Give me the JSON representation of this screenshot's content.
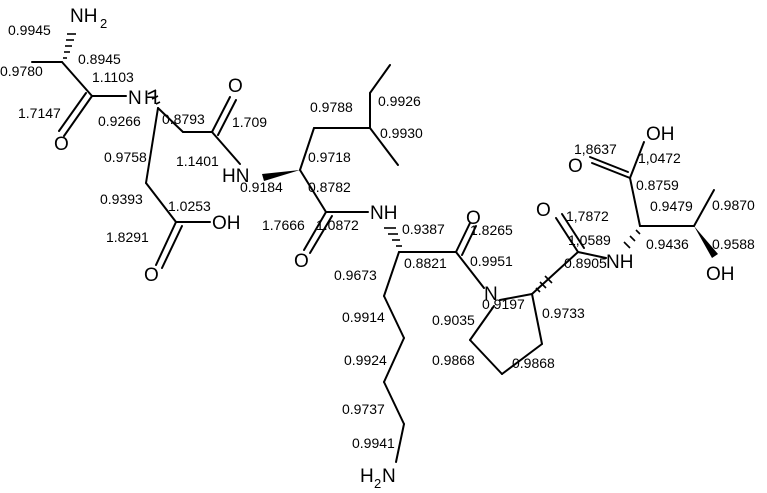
{
  "molecule": {
    "atoms": {
      "nh2_top": "NH",
      "nh2_top_sub": "2",
      "nh_1": "H",
      "nh_1_n": "N",
      "o_1": "O",
      "o_2": "O",
      "hn_2": "HN",
      "oh_1": "OH",
      "o_3": "O",
      "o_4": "O",
      "nh_3": "NH",
      "o_5": "O",
      "n_pro": "N",
      "o_6": "O",
      "nh_4": "NH",
      "oh_2": "OH",
      "o_7": "O",
      "oh_3": "OH",
      "h2n_bottom": "H",
      "h2n_bottom_sub": "2",
      "h2n_bottom_n": "N"
    },
    "bond_orders": [
      "0.9945",
      "0.8945",
      "0.9780",
      "1.1103",
      "1.7147",
      "0.9266",
      "0.8793",
      "1.709",
      "0.9758",
      "1.1401",
      "0.9393",
      "1.0253",
      "1.8291",
      "0.9788",
      "0.9926",
      "0.9930",
      "0.9718",
      "0.9184",
      "0.8782",
      "1.7666",
      "1.0872",
      "0.9387",
      "1.8265",
      "0.9673",
      "0.8821",
      "0.9951",
      "0.9914",
      "0.9035",
      "0.9197",
      "0.9733",
      "0.9924",
      "0.9868",
      "0.9868",
      "0.9737",
      "0.9941",
      "1,7872",
      "1,0589",
      "0.8905",
      "0.9436",
      "1,8637",
      "1,0472",
      "0.8759",
      "0.9479",
      "0.9870",
      "0.9588"
    ]
  }
}
